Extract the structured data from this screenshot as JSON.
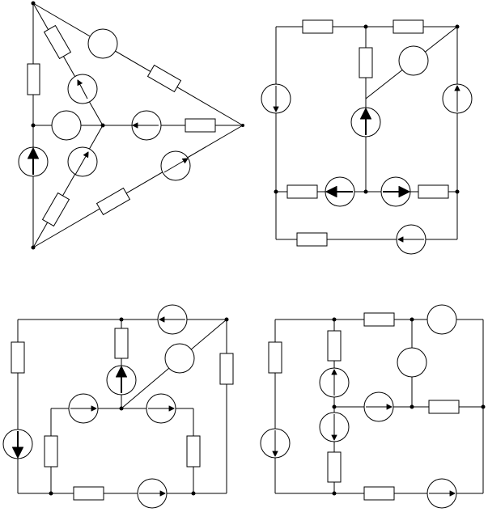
{
  "figure": {
    "panels": [
      {
        "id": "top-left",
        "kind": "triangle-star circuit"
      },
      {
        "id": "top-right",
        "kind": "rectangular circuit"
      },
      {
        "id": "bottom-left",
        "kind": "rectangular circuit"
      },
      {
        "id": "bottom-right",
        "kind": "rectangular circuit"
      }
    ]
  },
  "colors": {
    "ink": "#000000",
    "paper": "#ffffff"
  }
}
